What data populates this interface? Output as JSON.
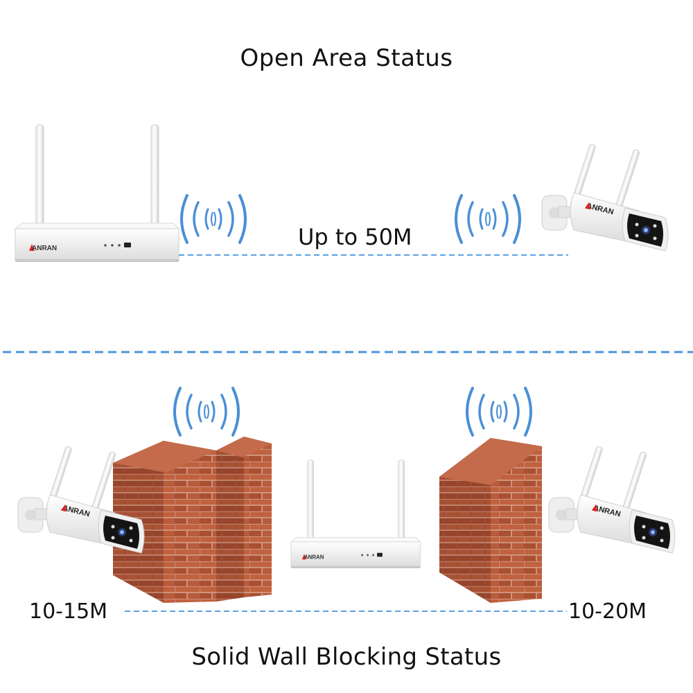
{
  "open_area": {
    "title": "Open Area Status",
    "distance": "Up to 50M"
  },
  "solid_wall": {
    "title": "Solid Wall Blocking Status",
    "distance_left": "10-15M",
    "distance_right": "10-20M"
  },
  "brand": {
    "logo_text": "ANRAN",
    "accent_color": "#e02020"
  },
  "colors": {
    "signal_wave": "#4a8fd6",
    "dashed_line": "#5aa0e0",
    "brick": "#b35a3a",
    "device_body": "#f4f4f4"
  },
  "icons": [
    "wifi-signal-icon",
    "nvr-router-icon",
    "bullet-camera-icon",
    "brick-wall-icon"
  ]
}
